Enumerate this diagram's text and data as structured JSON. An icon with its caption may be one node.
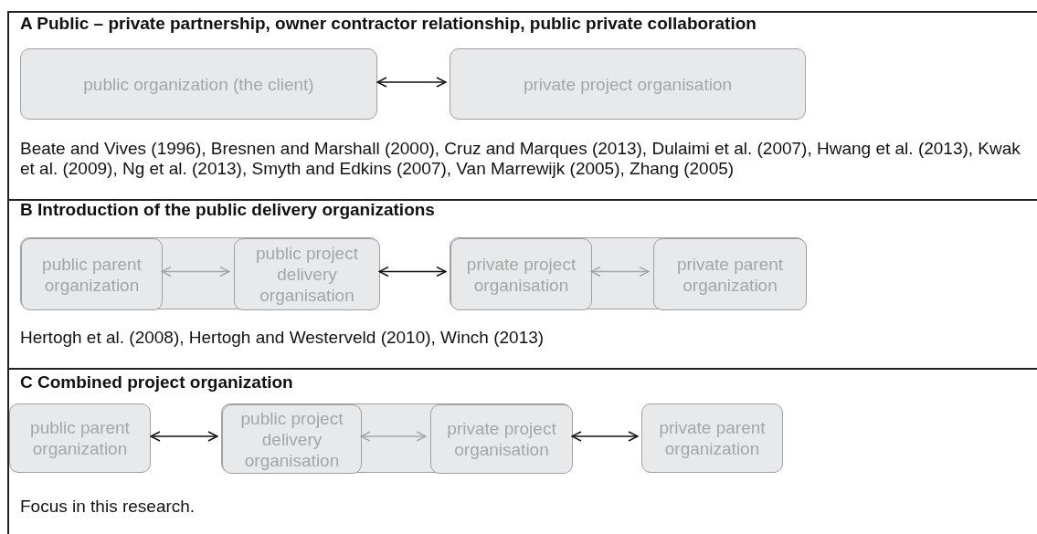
{
  "diagram": {
    "nodes": [
      {
        "text": [
          "A Public – private partnership, owner contractor relationship, public private collaboration",
          "Beate and Vives (1996), Bresnen and Marshall (2000), Cruz and Marques (2013), Dulaimi et al. (2007), Hwang et al. (2013), Kwak et al. (2009), Ng et al. (2013), Smyth and Edkins (2007), Van Marrewijk (2005), Zhang (2005)"
        ]
      },
      {
        "text": [
          "public organization (the client)"
        ],
        "in": 0
      },
      {
        "text": [
          "private project organisation"
        ],
        "in": 0
      },
      {
        "text": [
          "B Introduction of the public delivery organizations",
          "Hertogh et al. (2008), Hertogh and Westerveld (2010), Winch (2013)"
        ]
      },
      {
        "text": [],
        "shape": "box",
        "in": 3
      },
      {
        "text": [
          "public parent organization"
        ],
        "in": 4
      },
      {
        "text": [
          "public project delivery organisation"
        ],
        "in": 4
      },
      {
        "text": [],
        "shape": "box",
        "in": 3
      },
      {
        "text": [
          "private project organisation"
        ],
        "in": 7
      },
      {
        "text": [
          "private parent organization"
        ],
        "in": 7
      },
      {
        "text": [
          "C Combined project organization",
          "Focus in this research."
        ]
      },
      {
        "text": [
          "public parent organization"
        ],
        "in": 10
      },
      {
        "text": [],
        "shape": "box",
        "in": 10
      },
      {
        "text": [
          "public project delivery organisation"
        ],
        "in": 12
      },
      {
        "text": [
          "private project organisation"
        ],
        "in": 12
      },
      {
        "text": [
          "private parent organization"
        ],
        "in": 10
      }
    ],
    "edges": [
      {
        "from": 1,
        "to": 2,
        "arrow": "both"
      },
      {
        "from": 5,
        "to": 6,
        "arrow": "both",
        "color": "#a6a6a6"
      },
      {
        "from": 6,
        "to": 8,
        "arrow": "both"
      },
      {
        "from": 8,
        "to": 9,
        "arrow": "both",
        "color": "#a6a6a6"
      },
      {
        "from": 11,
        "to": 13,
        "arrow": "both"
      },
      {
        "from": 13,
        "to": 14,
        "arrow": "both",
        "color": "#a6a6a6"
      },
      {
        "from": 14,
        "to": 15,
        "arrow": "both"
      }
    ]
  }
}
